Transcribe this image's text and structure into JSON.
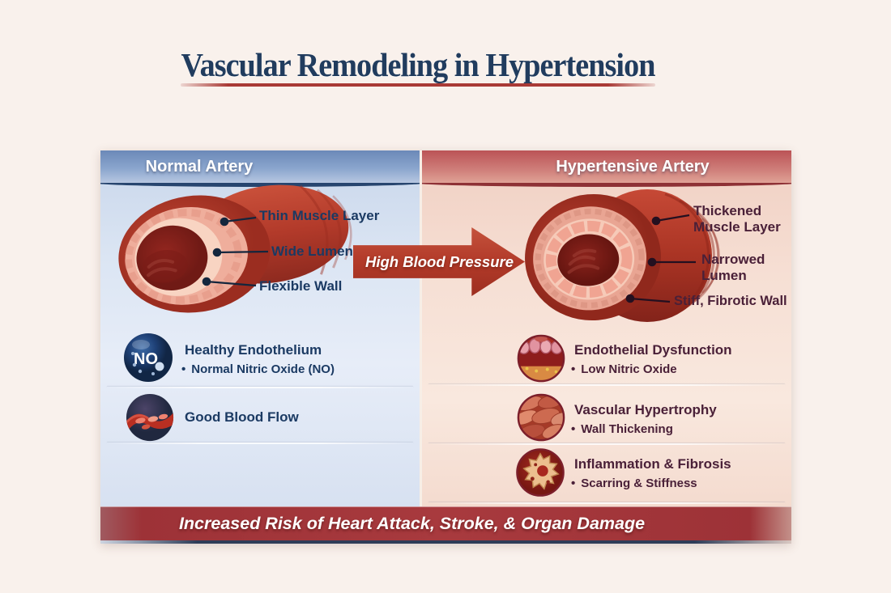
{
  "title": "Vascular Remodeling in Hypertension",
  "arrow_label": "High Blood Pressure",
  "banner": "Increased Risk of Heart Attack, Stroke, & Organ Damage",
  "glyphs": {
    "bullet": "•"
  },
  "left_panel": {
    "header": "Normal Artery",
    "artery_labels": {
      "muscle": "Thin Muscle Layer",
      "lumen": "Wide Lumen",
      "wall": "Flexible Wall"
    },
    "items": [
      {
        "icon": "nitric-oxide-molecule-icon",
        "icon_text": "NO",
        "title": "Healthy Endothelium",
        "bullet": "Normal Nitric Oxide (NO)"
      },
      {
        "icon": "blood-flow-icon",
        "title": "Good Blood Flow"
      }
    ]
  },
  "right_panel": {
    "header": "Hypertensive Artery",
    "artery_labels": {
      "muscle": "Thickened Muscle Layer",
      "lumen": "Narrowed Lumen",
      "wall": "Stiff, Fibrotic Wall"
    },
    "items": [
      {
        "icon": "endothelium-dysfunction-icon",
        "title": "Endothelial Dysfunction",
        "bullet": "Low Nitric Oxide"
      },
      {
        "icon": "muscle-cells-icon",
        "title": "Vascular Hypertrophy",
        "bullet": "Wall Thickening"
      },
      {
        "icon": "inflammatory-cell-icon",
        "title": "Inflammation & Fibrosis",
        "bullet": "Scarring & Stiffness"
      }
    ]
  },
  "colors": {
    "background": "#f9f1ec",
    "title_text": "#213c5e",
    "title_underline": "#a93a36",
    "normal_header_blue": "#6b89b8",
    "hypertensive_header_red": "#bb5356",
    "normal_label_text": "#1b3a63",
    "hypertensive_label_text": "#4a2038",
    "arrow_red": "#b23a29",
    "banner_red": "#a23338"
  }
}
